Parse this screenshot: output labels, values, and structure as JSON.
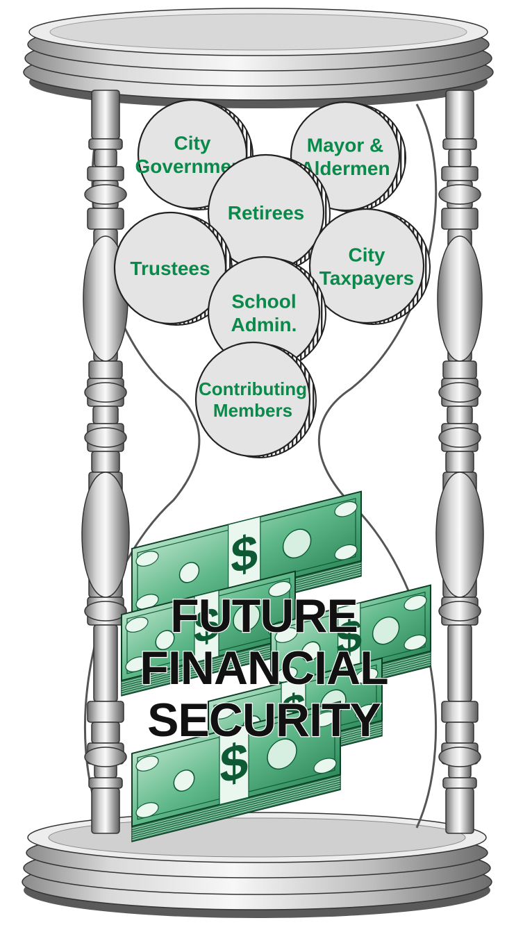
{
  "coins": [
    {
      "id": "city-government",
      "lines": [
        "City",
        "Government"
      ]
    },
    {
      "id": "mayor-aldermen",
      "lines": [
        "Mayor &",
        "Aldermen"
      ]
    },
    {
      "id": "retirees",
      "lines": [
        "Retirees"
      ]
    },
    {
      "id": "trustees",
      "lines": [
        "Trustees"
      ]
    },
    {
      "id": "city-taxpayers",
      "lines": [
        "City",
        "Taxpayers"
      ]
    },
    {
      "id": "school-admin",
      "lines": [
        "School",
        "Admin."
      ]
    },
    {
      "id": "contributing-members",
      "lines": [
        "Contributing",
        "Members"
      ]
    }
  ],
  "headline": [
    "FUTURE",
    "FINANCIAL",
    "SECURITY"
  ],
  "colors": {
    "coin_text": "#0a8a4a",
    "coin_fill": "#e4e4e4",
    "metal_light": "#f2f2f2",
    "metal_dark": "#6e6e6e",
    "money_green": "#2f9a63",
    "money_light": "#9fd7b6",
    "headline_text": "#111111"
  }
}
